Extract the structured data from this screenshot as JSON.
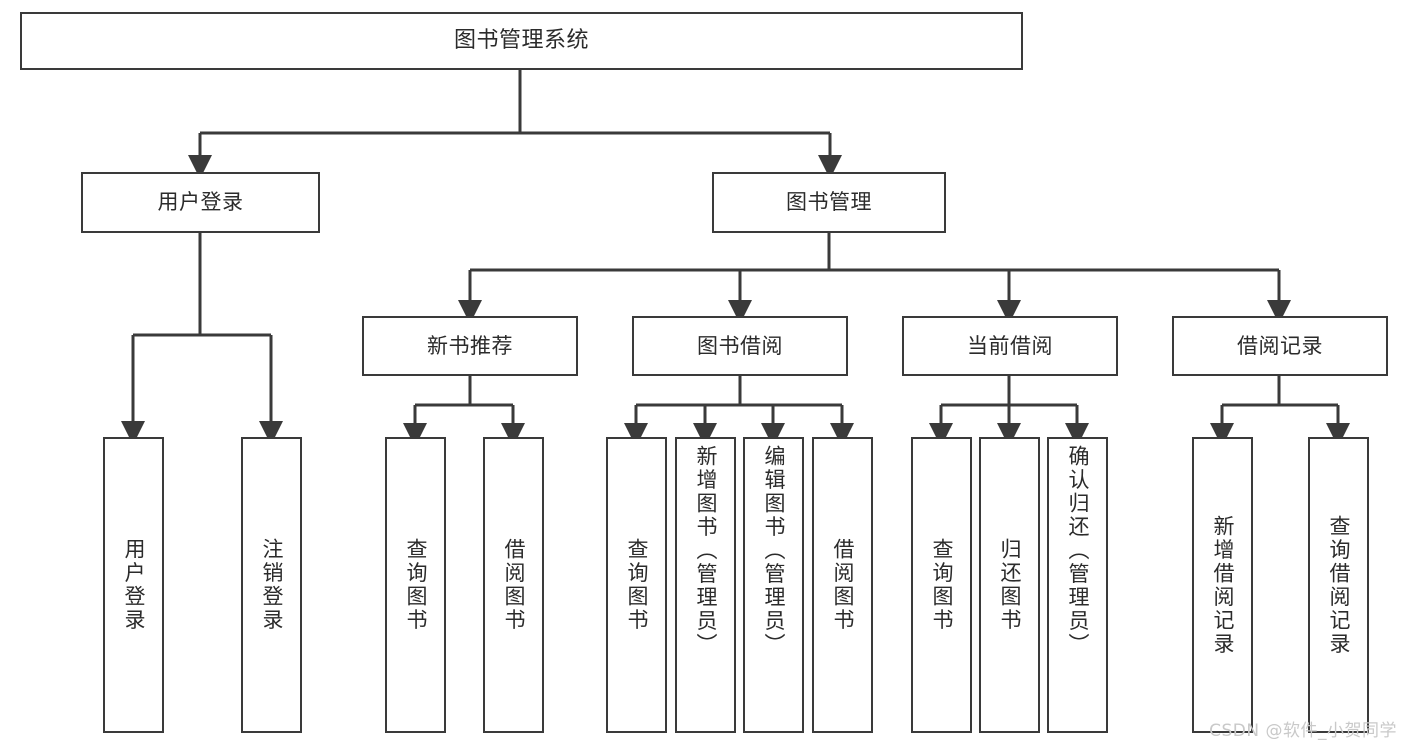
{
  "diagram": {
    "type": "tree",
    "title": "图书管理系统",
    "orientation": "top-down",
    "line_color": "#3a3a3a",
    "box_fill": "#ffffff",
    "text_color": "#2b2b2b",
    "nodes": {
      "root": {
        "label": "图书管理系统"
      },
      "level2": [
        {
          "id": "user-login",
          "label": "用户登录"
        },
        {
          "id": "book-manage",
          "label": "图书管理"
        }
      ],
      "level3": [
        {
          "id": "new-book-recommend",
          "label": "新书推荐"
        },
        {
          "id": "book-borrow",
          "label": "图书借阅"
        },
        {
          "id": "current-borrow",
          "label": "当前借阅"
        },
        {
          "id": "borrow-record",
          "label": "借阅记录"
        }
      ],
      "leaves": [
        {
          "id": "leaf-user-login",
          "label": "用户登录"
        },
        {
          "id": "leaf-logout-login",
          "label": "注销登录"
        },
        {
          "id": "leaf-query-book-1",
          "label": "查询图书"
        },
        {
          "id": "leaf-borrow-book-1",
          "label": "借阅图书"
        },
        {
          "id": "leaf-query-book-2",
          "label": "查询图书"
        },
        {
          "id": "leaf-add-book-admin",
          "label": "新增图书（管理员）"
        },
        {
          "id": "leaf-edit-book-admin",
          "label": "编辑图书（管理员）"
        },
        {
          "id": "leaf-borrow-book-2",
          "label": "借阅图书"
        },
        {
          "id": "leaf-query-book-3",
          "label": "查询图书"
        },
        {
          "id": "leaf-return-book",
          "label": "归还图书"
        },
        {
          "id": "leaf-confirm-return-admin",
          "label": "确认归还（管理员）"
        },
        {
          "id": "leaf-add-borrow-record",
          "label": "新增借阅记录"
        },
        {
          "id": "leaf-query-borrow-record",
          "label": "查询借阅记录"
        }
      ]
    },
    "edges": [
      {
        "from": "图书管理系统",
        "to": "用户登录"
      },
      {
        "from": "图书管理系统",
        "to": "图书管理"
      },
      {
        "from": "用户登录",
        "to": "用户登录"
      },
      {
        "from": "用户登录",
        "to": "注销登录"
      },
      {
        "from": "图书管理",
        "to": "新书推荐"
      },
      {
        "from": "图书管理",
        "to": "图书借阅"
      },
      {
        "from": "图书管理",
        "to": "当前借阅"
      },
      {
        "from": "图书管理",
        "to": "借阅记录"
      },
      {
        "from": "新书推荐",
        "to": "查询图书"
      },
      {
        "from": "新书推荐",
        "to": "借阅图书"
      },
      {
        "from": "图书借阅",
        "to": "查询图书"
      },
      {
        "from": "图书借阅",
        "to": "新增图书（管理员）"
      },
      {
        "from": "图书借阅",
        "to": "编辑图书（管理员）"
      },
      {
        "from": "图书借阅",
        "to": "借阅图书"
      },
      {
        "from": "当前借阅",
        "to": "查询图书"
      },
      {
        "from": "当前借阅",
        "to": "归还图书"
      },
      {
        "from": "当前借阅",
        "to": "确认归还（管理员）"
      },
      {
        "from": "借阅记录",
        "to": "新增借阅记录"
      },
      {
        "from": "借阅记录",
        "to": "查询借阅记录"
      }
    ]
  },
  "watermark": {
    "text": "CSDN @软件_小贺同学"
  }
}
